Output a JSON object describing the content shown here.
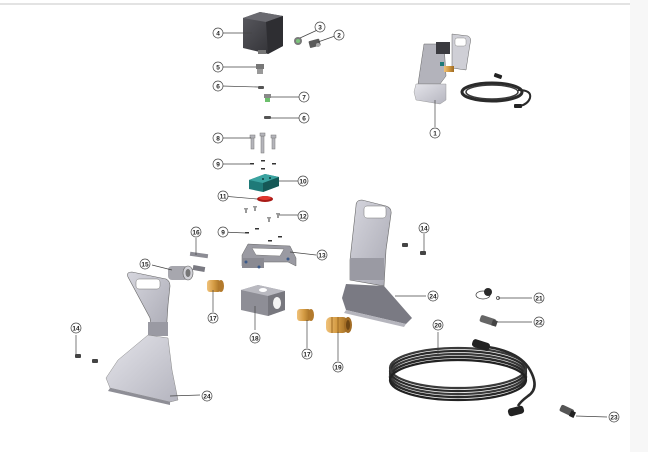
{
  "diagram": {
    "type": "exploded-parts-view",
    "colors": {
      "metal_plate": "#c9c9d1",
      "metal_plate_dark": "#8d8d95",
      "housing_dark": "#3a3a3e",
      "manifold_teal": "#1f7a78",
      "seal_red": "#d0241e",
      "brass": "#d8a24a",
      "green_seal": "#6cbf6c",
      "cable_black": "#2a2a2a",
      "leader_line": "#444444"
    },
    "callouts": [
      {
        "id": "c1",
        "label": "1",
        "part": "complete-assembly"
      },
      {
        "id": "c2",
        "label": "2",
        "part": "fitting"
      },
      {
        "id": "c3",
        "label": "3",
        "part": "nut"
      },
      {
        "id": "c4",
        "label": "4",
        "part": "sensor-housing"
      },
      {
        "id": "c5",
        "label": "5",
        "part": "adapter-fitting"
      },
      {
        "id": "c6a",
        "label": "6",
        "part": "o-ring"
      },
      {
        "id": "c6b",
        "label": "6",
        "part": "o-ring"
      },
      {
        "id": "c7",
        "label": "7",
        "part": "valve-insert"
      },
      {
        "id": "c8",
        "label": "8",
        "part": "screws"
      },
      {
        "id": "c9a",
        "label": "9",
        "part": "washers"
      },
      {
        "id": "c9b",
        "label": "9",
        "part": "washers"
      },
      {
        "id": "c10",
        "label": "10",
        "part": "manifold-block"
      },
      {
        "id": "c11",
        "label": "11",
        "part": "seal"
      },
      {
        "id": "c12",
        "label": "12",
        "part": "small-screws"
      },
      {
        "id": "c13",
        "label": "13",
        "part": "mounting-bracket"
      },
      {
        "id": "c14a",
        "label": "14",
        "part": "bolts"
      },
      {
        "id": "c14b",
        "label": "14",
        "part": "bolts"
      },
      {
        "id": "c15",
        "label": "15",
        "part": "clamp-collar"
      },
      {
        "id": "c16",
        "label": "16",
        "part": "clip"
      },
      {
        "id": "c17a",
        "label": "17",
        "part": "brass-nipple"
      },
      {
        "id": "c17b",
        "label": "17",
        "part": "brass-nipple"
      },
      {
        "id": "c18",
        "label": "18",
        "part": "distribution-block"
      },
      {
        "id": "c19",
        "label": "19",
        "part": "brass-coupling"
      },
      {
        "id": "c20",
        "label": "20",
        "part": "cable"
      },
      {
        "id": "c21",
        "label": "21",
        "part": "dust-cap"
      },
      {
        "id": "c22",
        "label": "22",
        "part": "connector"
      },
      {
        "id": "c23",
        "label": "23",
        "part": "connector-end"
      },
      {
        "id": "c24a",
        "label": "24",
        "part": "stand-plate"
      },
      {
        "id": "c24b",
        "label": "24",
        "part": "stand-plate"
      }
    ]
  }
}
